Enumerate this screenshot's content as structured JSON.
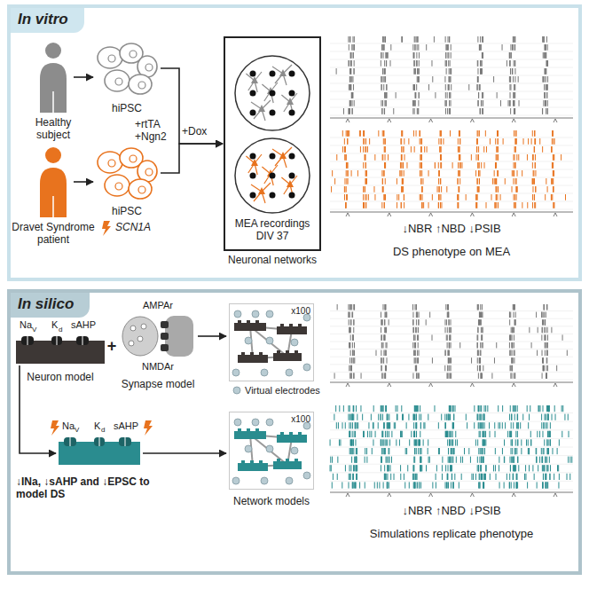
{
  "diagram": {
    "nodes": [
      {
        "text": [
          "In vitro"
        ]
      },
      {
        "text": [
          "Healthy subject"
        ],
        "in": 0
      },
      {
        "text": [
          "hiPSC"
        ],
        "in": 0
      },
      {
        "text": [
          "MEA recordings DIV 37"
        ],
        "in": 0
      },
      {
        "text": [
          "Dravet Syndrome patient"
        ],
        "in": 0
      },
      {
        "text": [
          "hiPSC",
          "SCN1A"
        ],
        "in": 0
      },
      {
        "text": [
          "In silico"
        ]
      },
      {
        "text": [
          "Neuron model"
        ],
        "in": 6
      },
      {
        "text": [
          "Synapse model"
        ],
        "in": 6
      },
      {
        "text": [
          "x100"
        ],
        "in": 6
      },
      {
        "text": [
          "↓INa, ↓sAHP and ↓EPSC to model DS"
        ],
        "in": 6
      },
      {
        "text": [
          "x100",
          "Network models"
        ],
        "in": 6
      }
    ],
    "edges": [
      {
        "from": 1,
        "to": 2,
        "arrow": "to"
      },
      {
        "from": 4,
        "to": 5,
        "arrow": "to"
      },
      {
        "from": 2,
        "to": 3,
        "arrow": "to"
      },
      {
        "from": 5,
        "to": 3,
        "arrow": "to"
      },
      {
        "from": 7,
        "to": 10,
        "arrow": "to"
      },
      {
        "from": 8,
        "to": 9,
        "arrow": "to"
      },
      {
        "from": 10,
        "to": 11,
        "arrow": "to"
      }
    ],
    "labels": [
      "+rtTA",
      "+Ngn2",
      "+Dox",
      "Neuronal networks",
      "↓NBR ↑NBD ↓PSIB",
      "DS phenotype on MEA",
      "Na",
      "V",
      "K",
      "d",
      "sAHP",
      "+",
      "AMPAr",
      "NMDAr",
      "Na",
      "V",
      "K",
      "d",
      "sAHP",
      "↓NBR ↑NBD ↓PSIB",
      "Simulations replicate phenotype"
    ],
    "legend": [
      {
        "text": "Virtual electrodes"
      }
    ]
  }
}
